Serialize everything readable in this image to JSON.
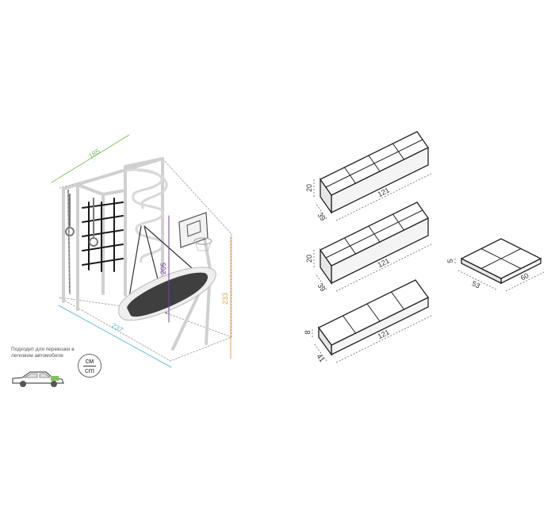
{
  "structure": {
    "dims": {
      "width": "185",
      "length": "237",
      "height": "233",
      "inner_height": "205"
    },
    "colors": {
      "width": "#7cc35a",
      "length": "#67c3df",
      "height": "#e9a251",
      "inner": "#7b3fa0",
      "mat": "#3f3f3f",
      "frame": "#e6e6e6"
    }
  },
  "transport_note": "Подходит для перевозки в легковом автомобиле",
  "car_icon": "car-icon",
  "unit": {
    "top": "см",
    "bottom": "cm"
  },
  "boxes": [
    {
      "height": "20",
      "depth": "39",
      "length": "121"
    },
    {
      "height": "20",
      "depth": "39",
      "length": "121"
    },
    {
      "height": "8",
      "depth": "41",
      "length": "121"
    },
    {
      "height": "5",
      "depth": "53",
      "length": "60"
    }
  ]
}
